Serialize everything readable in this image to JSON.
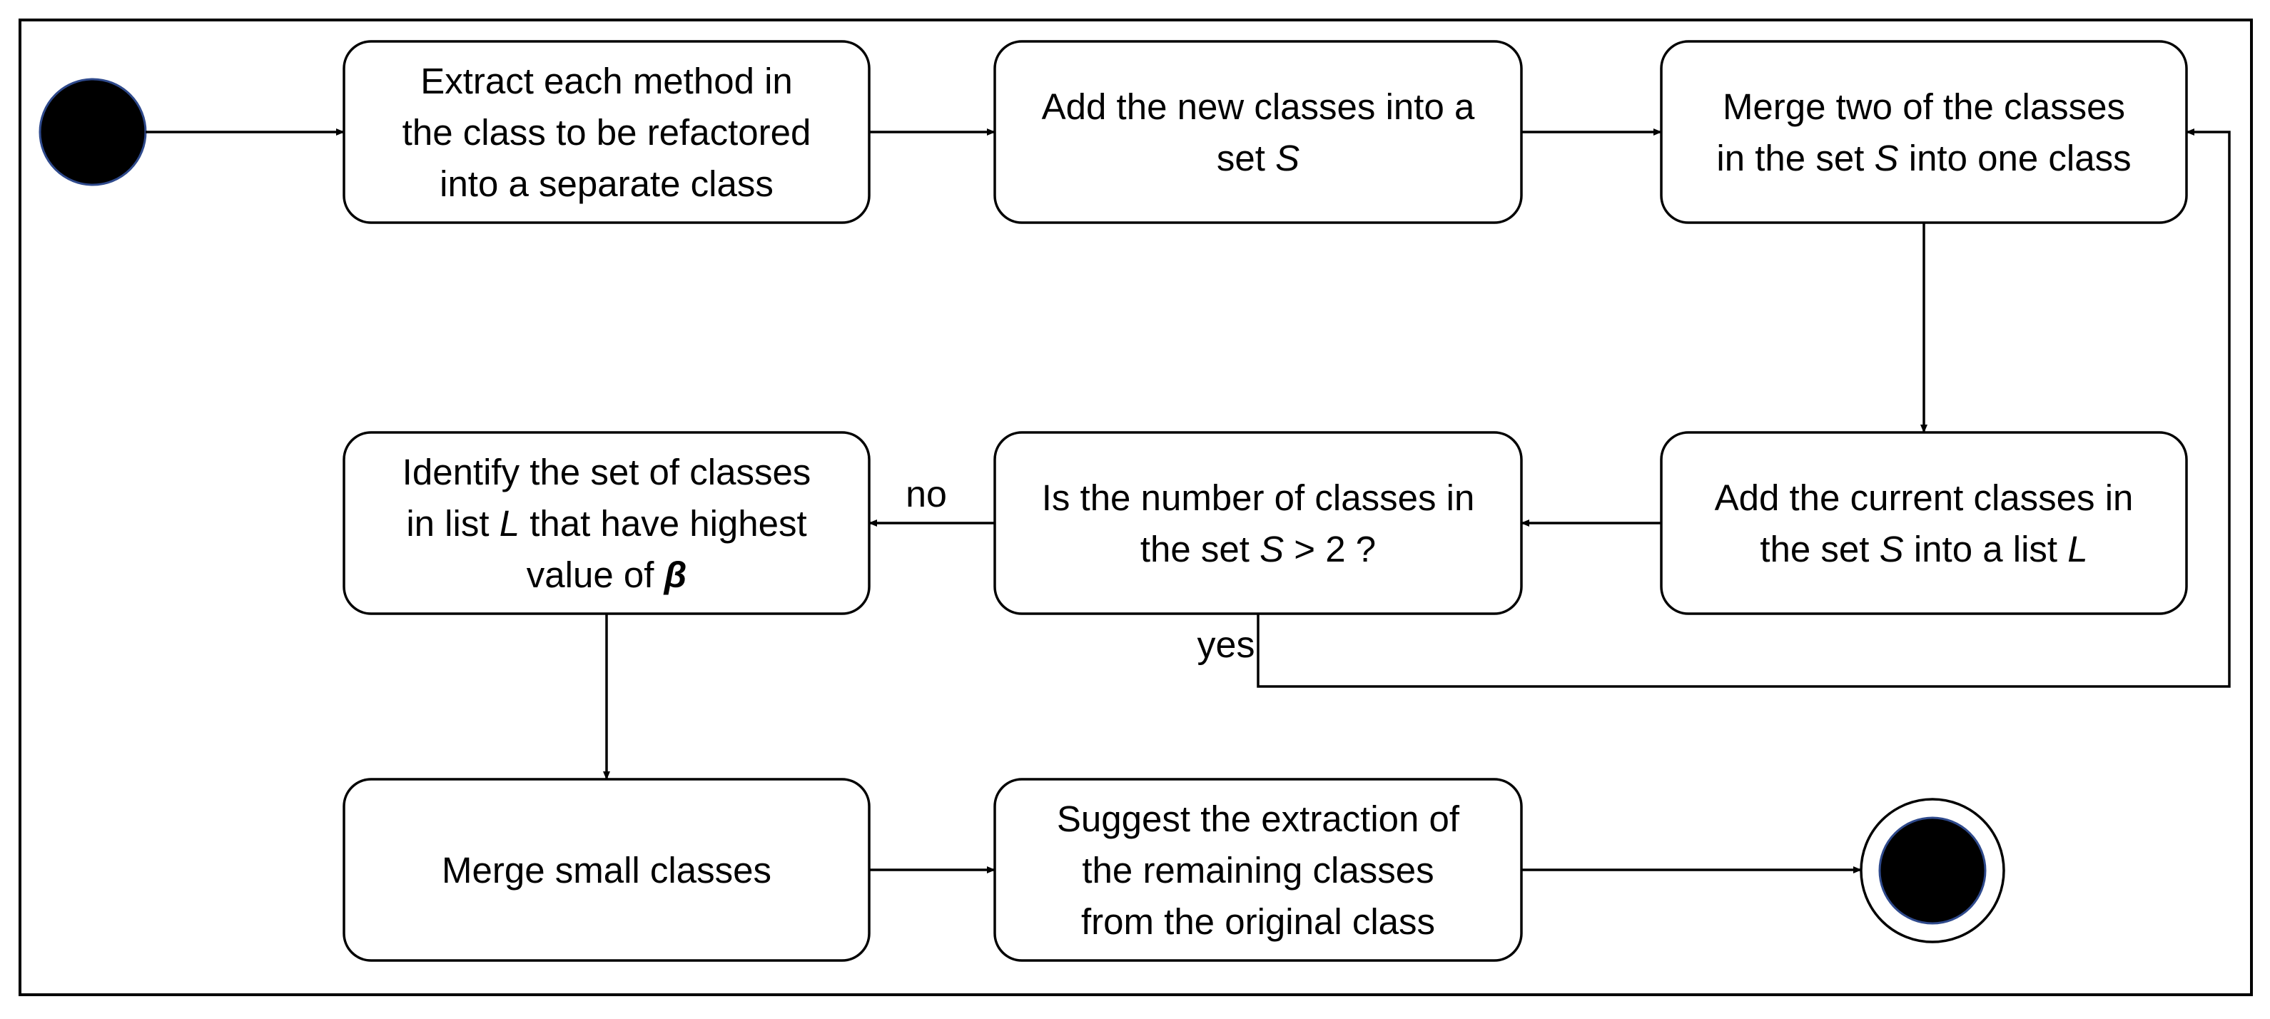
{
  "nodes": {
    "extract": {
      "lines": [
        [
          {
            "t": "Extract each method in"
          }
        ],
        [
          {
            "t": "the class to be refactored"
          }
        ],
        [
          {
            "t": "into a separate class"
          }
        ]
      ]
    },
    "add_new": {
      "lines": [
        [
          {
            "t": "Add the new classes into a"
          }
        ],
        [
          {
            "t": "set "
          },
          {
            "t": "S",
            "i": true
          }
        ]
      ]
    },
    "merge_two": {
      "lines": [
        [
          {
            "t": "Merge two of the classes"
          }
        ],
        [
          {
            "t": "in the set "
          },
          {
            "t": "S",
            "i": true
          },
          {
            "t": " into one class"
          }
        ]
      ]
    },
    "add_current": {
      "lines": [
        [
          {
            "t": "Add the current classes in"
          }
        ],
        [
          {
            "t": "the set "
          },
          {
            "t": "S",
            "i": true
          },
          {
            "t": " into a list "
          },
          {
            "t": "L",
            "i": true
          }
        ]
      ]
    },
    "decision": {
      "lines": [
        [
          {
            "t": "Is the number of classes in"
          }
        ],
        [
          {
            "t": "the set "
          },
          {
            "t": "S",
            "i": true
          },
          {
            "t": " > 2 ?"
          }
        ]
      ]
    },
    "identify": {
      "lines": [
        [
          {
            "t": "Identify the set of classes"
          }
        ],
        [
          {
            "t": "in list "
          },
          {
            "t": "L",
            "i": true
          },
          {
            "t": " that have highest"
          }
        ],
        [
          {
            "t": "value of "
          },
          {
            "t": "β",
            "i": true,
            "b": true
          }
        ]
      ]
    },
    "merge_small": {
      "lines": [
        [
          {
            "t": "Merge small classes"
          }
        ]
      ]
    },
    "suggest": {
      "lines": [
        [
          {
            "t": "Suggest the extraction of"
          }
        ],
        [
          {
            "t": "the remaining classes"
          }
        ],
        [
          {
            "t": "from the original class"
          }
        ]
      ]
    }
  },
  "edge_labels": {
    "no": "no",
    "yes": "yes"
  },
  "colors": {
    "initial_fill": "#000000",
    "initial_stroke": "#2f4a8c",
    "final_fill": "#000000",
    "final_stroke": "#2f4a8c",
    "line": "#000000"
  }
}
